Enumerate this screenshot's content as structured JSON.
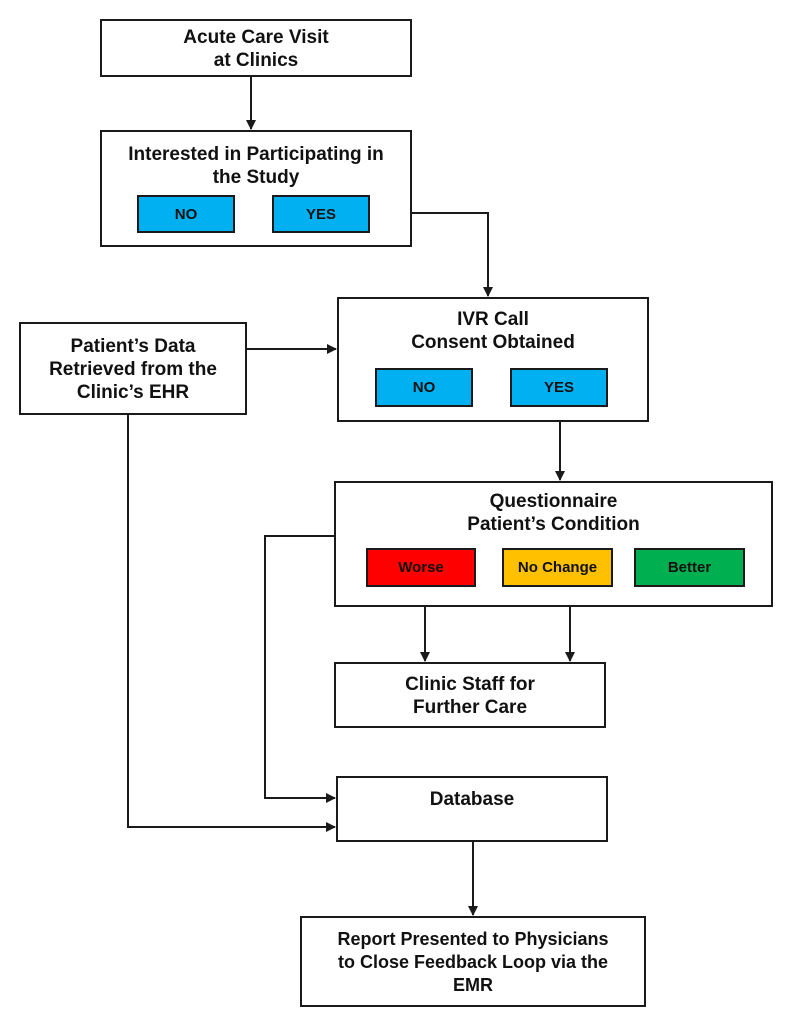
{
  "nodes": {
    "acute_visit": {
      "label": "Acute Care Visit\nat Clinics"
    },
    "interested": {
      "label": "Interested in Participating in\nthe Study",
      "options": [
        {
          "label": "NO"
        },
        {
          "label": "YES"
        }
      ]
    },
    "patient_data": {
      "label": "Patient’s Data\nRetrieved from the\nClinic’s EHR"
    },
    "ivr_call": {
      "label": "IVR Call\nConsent Obtained",
      "options": [
        {
          "label": "NO"
        },
        {
          "label": "YES"
        }
      ]
    },
    "questionnaire": {
      "label": "Questionnaire\nPatient’s Condition",
      "options": [
        {
          "label": "Worse",
          "color": "#ff0000"
        },
        {
          "label": "No Change",
          "color": "#ffc000"
        },
        {
          "label": "Better",
          "color": "#00b050"
        }
      ]
    },
    "clinic_staff": {
      "label": "Clinic Staff for\nFurther Care"
    },
    "database": {
      "label": "Database"
    },
    "report": {
      "label": "Report Presented to Physicians\nto Close Feedback Loop via the\nEMR"
    }
  },
  "colors": {
    "option_blue": "#00b0f0",
    "line": "#1a1a1a"
  }
}
